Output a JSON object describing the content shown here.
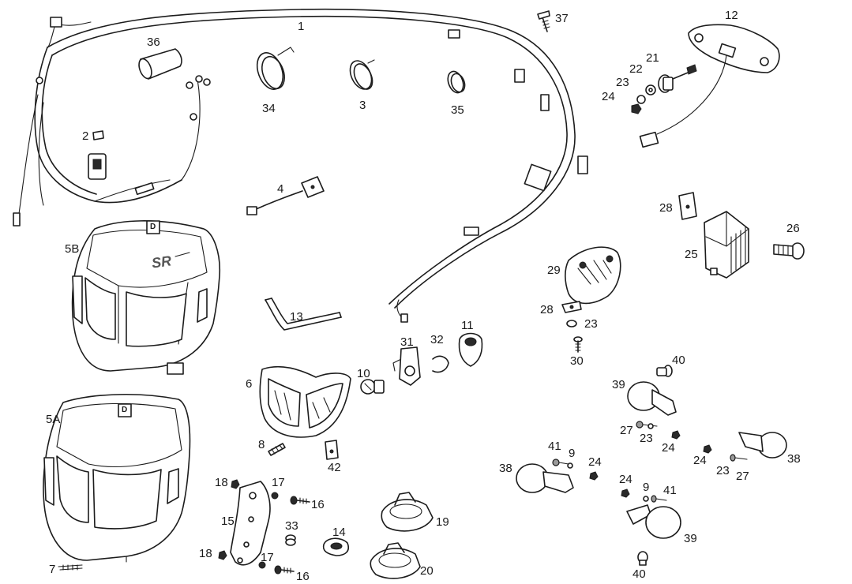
{
  "callouts": [
    {
      "id": "c1",
      "text": "1"
    },
    {
      "id": "c2",
      "text": "2"
    },
    {
      "id": "c3",
      "text": "3"
    },
    {
      "id": "c4",
      "text": "4"
    },
    {
      "id": "c5b",
      "text": "5B"
    },
    {
      "id": "c5a",
      "text": "5A"
    },
    {
      "id": "c6",
      "text": "6"
    },
    {
      "id": "c7",
      "text": "7"
    },
    {
      "id": "c8",
      "text": "8"
    },
    {
      "id": "c9a",
      "text": "9"
    },
    {
      "id": "c9b",
      "text": "9"
    },
    {
      "id": "c10",
      "text": "10"
    },
    {
      "id": "c11",
      "text": "11"
    },
    {
      "id": "c12",
      "text": "12"
    },
    {
      "id": "c13",
      "text": "13"
    },
    {
      "id": "c14",
      "text": "14"
    },
    {
      "id": "c15",
      "text": "15"
    },
    {
      "id": "c16a",
      "text": "16"
    },
    {
      "id": "c16b",
      "text": "16"
    },
    {
      "id": "c17a",
      "text": "17"
    },
    {
      "id": "c17b",
      "text": "17"
    },
    {
      "id": "c18a",
      "text": "18"
    },
    {
      "id": "c18b",
      "text": "18"
    },
    {
      "id": "c19",
      "text": "19"
    },
    {
      "id": "c20",
      "text": "20"
    },
    {
      "id": "c21",
      "text": "21"
    },
    {
      "id": "c22",
      "text": "22"
    },
    {
      "id": "c23a",
      "text": "23"
    },
    {
      "id": "c23b",
      "text": "23"
    },
    {
      "id": "c23c",
      "text": "23"
    },
    {
      "id": "c23d",
      "text": "23"
    },
    {
      "id": "c24a",
      "text": "24"
    },
    {
      "id": "c24b",
      "text": "24"
    },
    {
      "id": "c24c",
      "text": "24"
    },
    {
      "id": "c24d",
      "text": "24"
    },
    {
      "id": "c24e",
      "text": "24"
    },
    {
      "id": "c25",
      "text": "25"
    },
    {
      "id": "c26",
      "text": "26"
    },
    {
      "id": "c27a",
      "text": "27"
    },
    {
      "id": "c27b",
      "text": "27"
    },
    {
      "id": "c28a",
      "text": "28"
    },
    {
      "id": "c28b",
      "text": "28"
    },
    {
      "id": "c29",
      "text": "29"
    },
    {
      "id": "c30",
      "text": "30"
    },
    {
      "id": "c31",
      "text": "31"
    },
    {
      "id": "c32",
      "text": "32"
    },
    {
      "id": "c33",
      "text": "33"
    },
    {
      "id": "c34",
      "text": "34"
    },
    {
      "id": "c35",
      "text": "35"
    },
    {
      "id": "c36",
      "text": "36"
    },
    {
      "id": "c37",
      "text": "37"
    },
    {
      "id": "c38a",
      "text": "38"
    },
    {
      "id": "c38b",
      "text": "38"
    },
    {
      "id": "c39a",
      "text": "39"
    },
    {
      "id": "c39b",
      "text": "39"
    },
    {
      "id": "c40a",
      "text": "40"
    },
    {
      "id": "c40b",
      "text": "40"
    },
    {
      "id": "c41a",
      "text": "41"
    },
    {
      "id": "c41b",
      "text": "41"
    },
    {
      "id": "c42",
      "text": "42"
    }
  ],
  "headlight_badge": "SR",
  "brand_logo_letter": "D"
}
